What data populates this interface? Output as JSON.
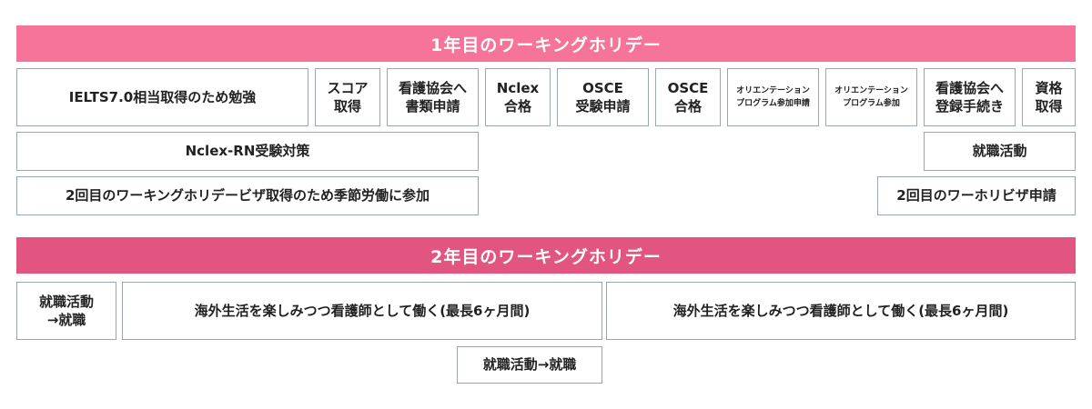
{
  "year1": {
    "title": "1年目のワーキングホリデー",
    "row1": [
      "IELTS7.0相当取得のため勉強",
      "スコア\n取得",
      "看護協会へ\n書類申請",
      "Nclex\n合格",
      "OSCE\n受験申請",
      "OSCE\n合格",
      "オリエンテーション\nプログラム参加申請",
      "オリエンテーション\nプログラム参加",
      "看護協会へ\n登録手続き",
      "資格\n取得"
    ],
    "nclex_prep": "Nclex-RN受験対策",
    "job_hunting": "就職活動",
    "seasonal_work": "2回目のワーキングホリデービザ取得のため季節労働に参加",
    "visa_apply": "2回目のワーホリビザ申請"
  },
  "year2": {
    "title": "2年目のワーキングホリデー",
    "job_to_employment": "就職活動\n→就職",
    "work_abroad_1": "海外生活を楽しみつつ看護師として働く(最長6ヶ月間)",
    "work_abroad_2": "海外生活を楽しみつつ看護師として働く(最長6ヶ月間)",
    "job_to_employment_bottom": "就職活動→就職"
  }
}
